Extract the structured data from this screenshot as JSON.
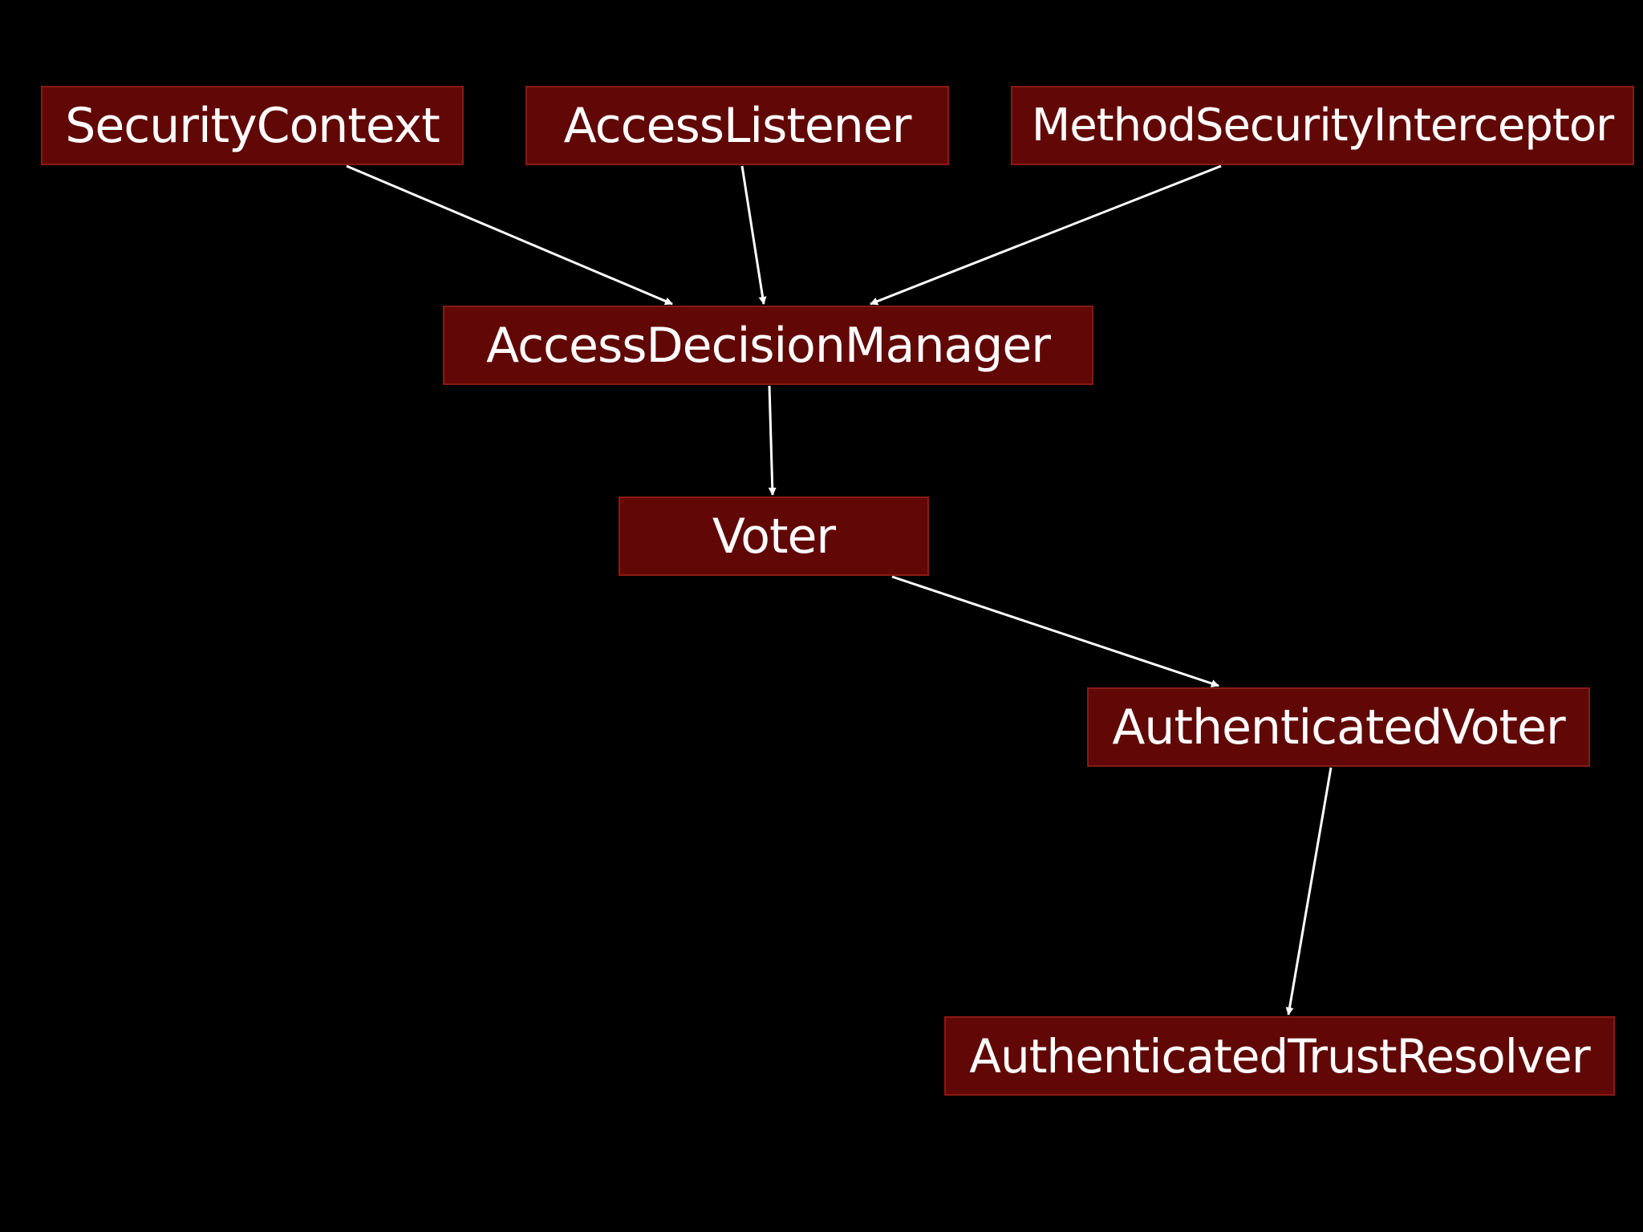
{
  "diagram": {
    "nodes": [
      {
        "id": "sc",
        "label": "SecurityContext"
      },
      {
        "id": "al",
        "label": "AccessListener"
      },
      {
        "id": "msi",
        "label": "MethodSecurityInterceptor"
      },
      {
        "id": "adm",
        "label": "AccessDecisionManager"
      },
      {
        "id": "v",
        "label": "Voter"
      },
      {
        "id": "av",
        "label": "AuthenticatedVoter"
      },
      {
        "id": "atr",
        "label": "AuthenticatedTrustResolver"
      }
    ],
    "edges": [
      {
        "from": "sc",
        "to": "adm"
      },
      {
        "from": "al",
        "to": "adm"
      },
      {
        "from": "msi",
        "to": "adm"
      },
      {
        "from": "adm",
        "to": "v"
      },
      {
        "from": "v",
        "to": "av"
      },
      {
        "from": "av",
        "to": "atr"
      }
    ],
    "colors": {
      "background": "#000000",
      "node_fill": "#610806",
      "node_border": "#8a1a14",
      "text": "#ffffff",
      "edge": "#ffffff"
    }
  }
}
